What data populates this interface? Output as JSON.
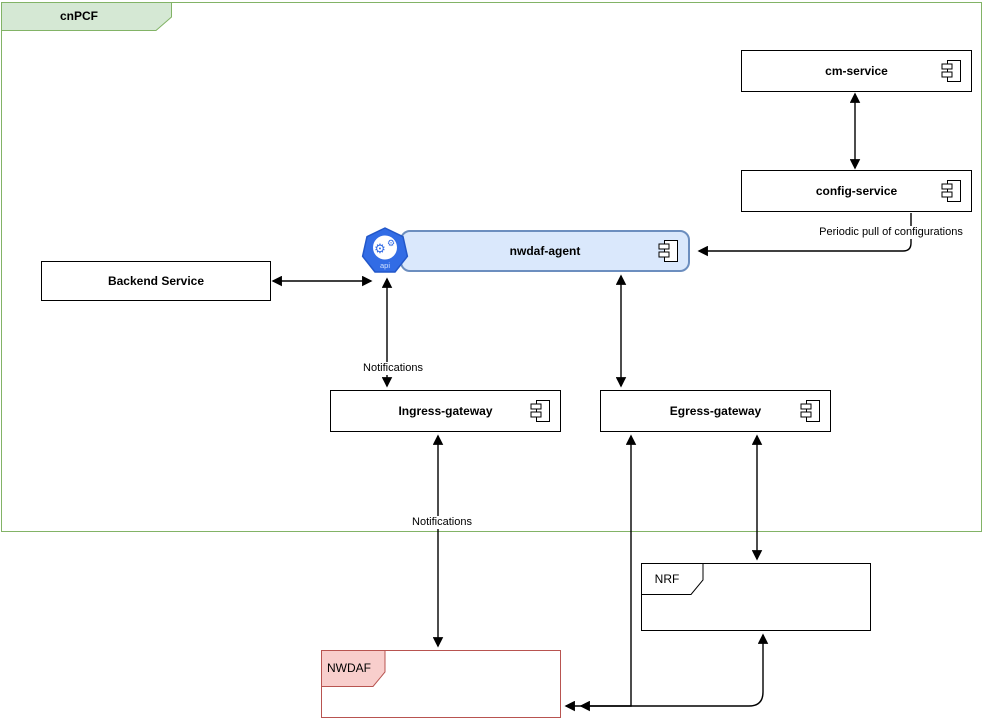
{
  "diagram": {
    "frame_label": "cnPCF",
    "nodes": {
      "cm_service": {
        "label": "cm-service"
      },
      "config_service": {
        "label": "config-service"
      },
      "nwdaf_agent": {
        "label": "nwdaf-agent"
      },
      "backend_service": {
        "label": "Backend Service"
      },
      "ingress_gateway": {
        "label": "Ingress-gateway"
      },
      "egress_gateway": {
        "label": "Egress-gateway"
      },
      "nrf": {
        "label": "NRF"
      },
      "nwdaf": {
        "label": "NWDAF"
      }
    },
    "edge_labels": {
      "periodic_pull": "Periodic pull of configurations",
      "notifications_agent_ingress": "Notifications",
      "notifications_ingress_nwdaf": "Notifications"
    },
    "icons": {
      "api_badge_text": "api",
      "gear_glyph_large": "⚙",
      "gear_glyph_small": "⚙"
    },
    "colors": {
      "frame_border": "#82b366",
      "frame_tab_fill": "#d5e8d4",
      "agent_fill": "#dae8fc",
      "agent_border": "#6c8ebf",
      "nwdaf_border": "#b85450",
      "nwdaf_tab_fill": "#f8cecc",
      "kubernetes_blue": "#326ce5",
      "edge_color": "#000000"
    }
  }
}
